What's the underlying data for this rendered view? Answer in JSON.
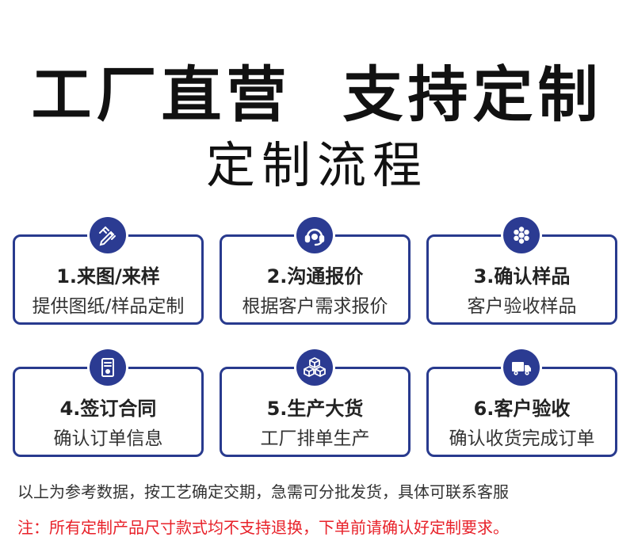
{
  "header": {
    "headline": "工厂直营  支持定制",
    "subheadline": "定制流程"
  },
  "steps": [
    {
      "title": "1.来图/来样",
      "desc": "提供图纸/样品定制",
      "icon": "pencil-ruler-icon"
    },
    {
      "title": "2.沟通报价",
      "desc": "根据客户需求报价",
      "icon": "headset-icon"
    },
    {
      "title": "3.确认样品",
      "desc": "客户验收样品",
      "icon": "hexagon-cluster-icon"
    },
    {
      "title": "4.签订合同",
      "desc": "确认订单信息",
      "icon": "contract-document-icon"
    },
    {
      "title": "5.生产大货",
      "desc": "工厂排单生产",
      "icon": "boxes-stack-icon"
    },
    {
      "title": "6.客户验收",
      "desc": "确认收货完成订单",
      "icon": "delivery-truck-icon"
    }
  ],
  "footer": {
    "note": "以上为参考数据，按工艺确定交期，急需可分批发货，具体可联系客服",
    "warning": "注：所有定制产品尺寸款式均不支持退换，下单前请确认好定制要求。"
  },
  "colors": {
    "accent": "#283a8e",
    "warning": "#e8222a"
  }
}
